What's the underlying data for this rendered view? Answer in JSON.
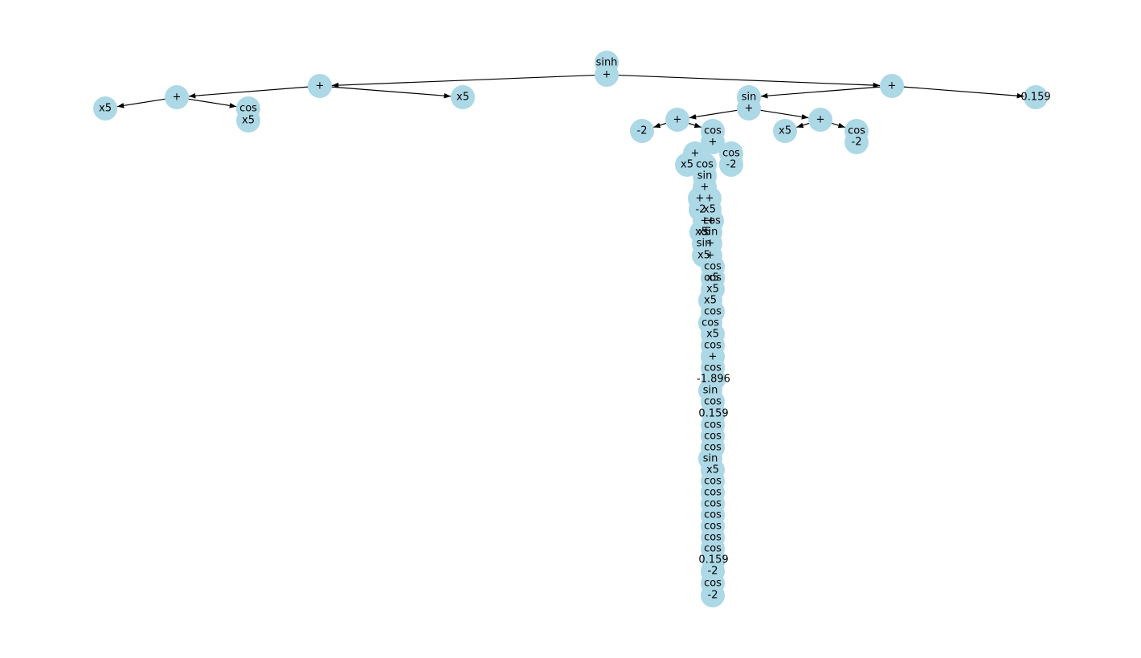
{
  "diagram": {
    "type": "expression-tree",
    "colors": {
      "node": "#add8e6",
      "edge": "#000000",
      "text": "#000000"
    },
    "nodes": [
      {
        "id": "n_sinh",
        "label": "sinh"
      },
      {
        "id": "n_root",
        "label": "+"
      },
      {
        "id": "n_L",
        "label": "+"
      },
      {
        "id": "n_LL",
        "label": "+"
      },
      {
        "id": "n_LLL",
        "label": "x5"
      },
      {
        "id": "n_LLR_cos",
        "label": "cos"
      },
      {
        "id": "n_LLR_x5",
        "label": "x5"
      },
      {
        "id": "n_LR",
        "label": "x5"
      },
      {
        "id": "n_R",
        "label": "+"
      },
      {
        "id": "n_R_c",
        "label": "0.159"
      },
      {
        "id": "n_sin",
        "label": "sin"
      },
      {
        "id": "n_sinplus",
        "label": "+"
      },
      {
        "id": "n_A",
        "label": "+"
      },
      {
        "id": "n_A_m2",
        "label": "-2"
      },
      {
        "id": "n_A_cos",
        "label": "cos"
      },
      {
        "id": "n_A_cosplus",
        "label": "+"
      },
      {
        "id": "n_B",
        "label": "+"
      },
      {
        "id": "n_B_x5",
        "label": "x5"
      },
      {
        "id": "n_B_cos",
        "label": "cos"
      },
      {
        "id": "n_B_cosm2",
        "label": "-2"
      },
      {
        "id": "n_C_plus",
        "label": "+"
      },
      {
        "id": "n_C_cos2",
        "label": "cos"
      },
      {
        "id": "n_C_m2",
        "label": "-2"
      },
      {
        "id": "n_C_x5",
        "label": "x5"
      },
      {
        "id": "n_C_cos",
        "label": "cos"
      },
      {
        "id": "n_C_sin",
        "label": "sin"
      },
      {
        "id": "n_C_plus2",
        "label": "+"
      },
      {
        "id": "s1",
        "label": "+"
      },
      {
        "id": "s2",
        "label": "+"
      },
      {
        "id": "s3",
        "label": "-2"
      },
      {
        "id": "s4",
        "label": "x5"
      },
      {
        "id": "s5",
        "label": "+"
      },
      {
        "id": "s6",
        "label": "+"
      },
      {
        "id": "s7",
        "label": "x5"
      },
      {
        "id": "s8",
        "label": "cos"
      },
      {
        "id": "s9",
        "label": "x5"
      },
      {
        "id": "s10",
        "label": "sin"
      },
      {
        "id": "s11",
        "label": "sin"
      },
      {
        "id": "s12",
        "label": "+"
      },
      {
        "id": "s13",
        "label": "x5"
      },
      {
        "id": "s14",
        "label": "+"
      },
      {
        "id": "s15",
        "label": "cos"
      },
      {
        "id": "s16",
        "label": "x5"
      },
      {
        "id": "s17",
        "label": "cos"
      },
      {
        "id": "s18",
        "label": "x5"
      },
      {
        "id": "s19",
        "label": "x5"
      },
      {
        "id": "s20",
        "label": "cos"
      },
      {
        "id": "s21",
        "label": "cos"
      },
      {
        "id": "s22",
        "label": "x5"
      },
      {
        "id": "s23",
        "label": "cos"
      },
      {
        "id": "s24",
        "label": "+"
      },
      {
        "id": "s25",
        "label": "cos"
      },
      {
        "id": "s26",
        "label": "-1.896"
      },
      {
        "id": "s27",
        "label": "sin"
      },
      {
        "id": "s28",
        "label": "cos"
      },
      {
        "id": "s29",
        "label": "0.159"
      },
      {
        "id": "s30",
        "label": "cos"
      },
      {
        "id": "s31",
        "label": "cos"
      },
      {
        "id": "s32",
        "label": "cos"
      },
      {
        "id": "s33",
        "label": "sin"
      },
      {
        "id": "s34",
        "label": "x5"
      },
      {
        "id": "s35",
        "label": "cos"
      },
      {
        "id": "s36",
        "label": "cos"
      },
      {
        "id": "s37",
        "label": "cos"
      },
      {
        "id": "s38",
        "label": "cos"
      },
      {
        "id": "s39",
        "label": "cos"
      },
      {
        "id": "s40",
        "label": "cos"
      },
      {
        "id": "s41",
        "label": "cos"
      },
      {
        "id": "s42",
        "label": "0.159"
      },
      {
        "id": "s43",
        "label": "-2"
      },
      {
        "id": "s44",
        "label": "cos"
      },
      {
        "id": "s45",
        "label": "-2"
      }
    ],
    "edges": [
      {
        "from": "n_root",
        "to": "n_L"
      },
      {
        "from": "n_root",
        "to": "n_R"
      },
      {
        "from": "n_L",
        "to": "n_LL"
      },
      {
        "from": "n_L",
        "to": "n_LR"
      },
      {
        "from": "n_LL",
        "to": "n_LLL"
      },
      {
        "from": "n_LL",
        "to": "n_LLR_cos"
      },
      {
        "from": "n_R",
        "to": "n_sin"
      },
      {
        "from": "n_R",
        "to": "n_R_c"
      },
      {
        "from": "n_sinplus",
        "to": "n_A"
      },
      {
        "from": "n_sinplus",
        "to": "n_B"
      },
      {
        "from": "n_A",
        "to": "n_A_m2"
      },
      {
        "from": "n_A",
        "to": "n_A_cos"
      },
      {
        "from": "n_B",
        "to": "n_B_x5"
      },
      {
        "from": "n_B",
        "to": "n_B_cos"
      }
    ]
  }
}
